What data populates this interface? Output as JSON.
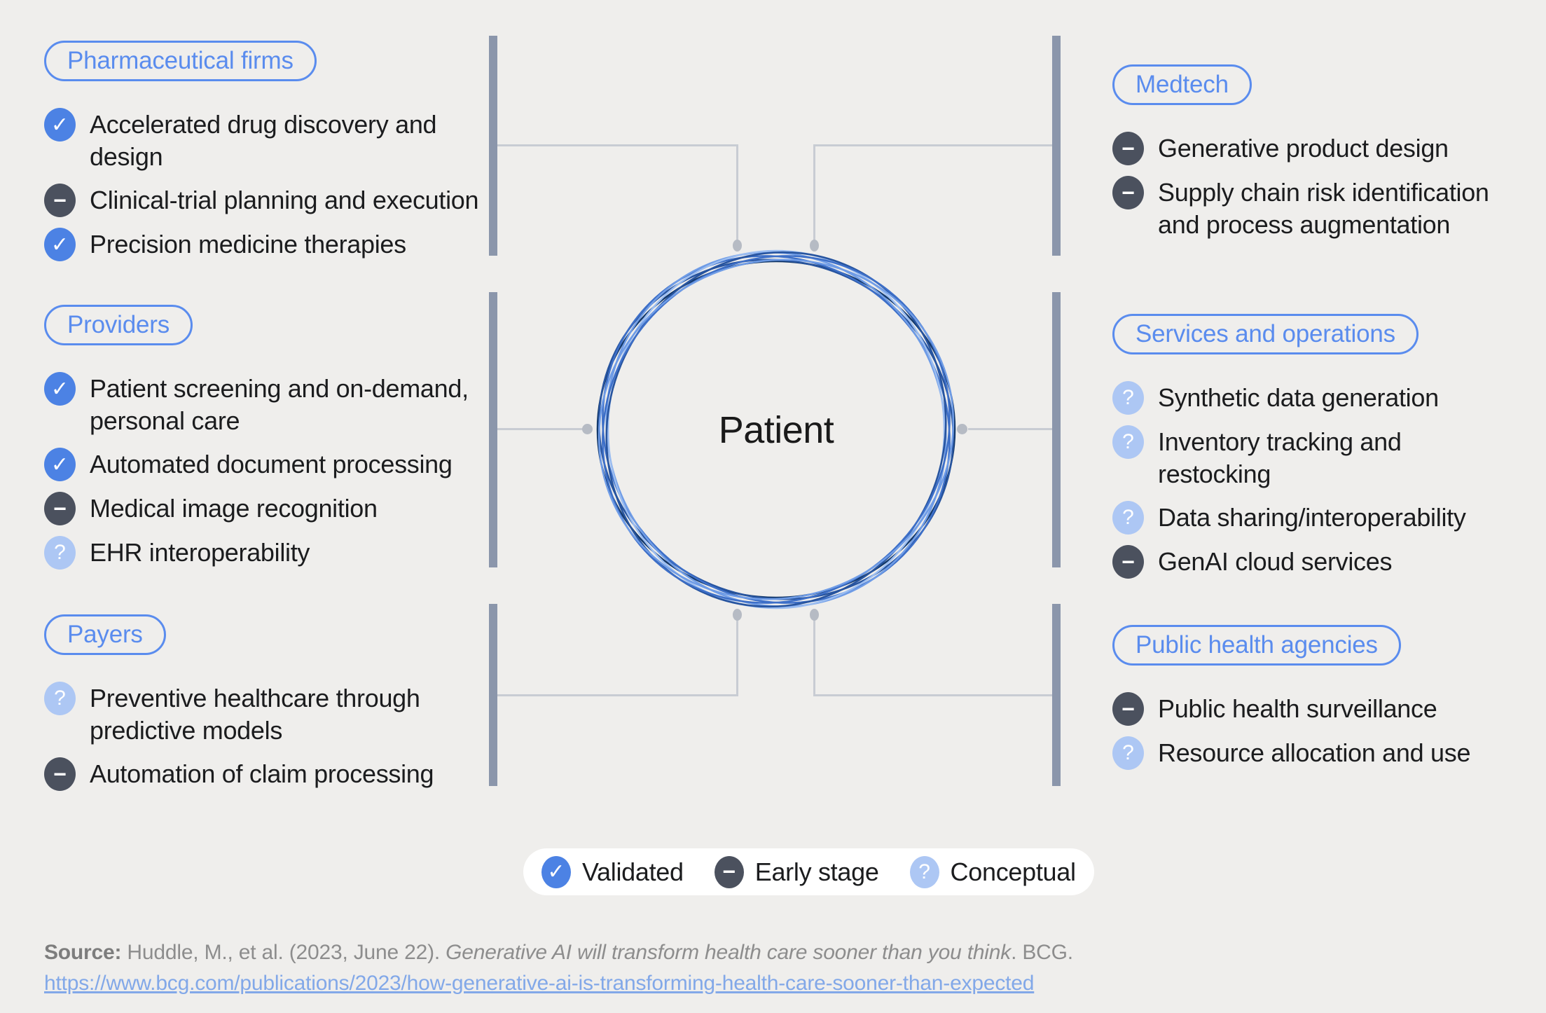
{
  "center": {
    "label": "Patient"
  },
  "icons": {
    "validated": "✓",
    "early": "−",
    "conceptual": "?"
  },
  "colors": {
    "validated": "#4c82e4",
    "early": "#4b515e",
    "conceptual": "#adc7f4",
    "pill": "#5a8cee",
    "bar": "#8b96ab",
    "line": "#c8ccd3",
    "dot": "#b6bbc4",
    "bg": "#efeeec",
    "legend_bg": "#ffffff",
    "ring": [
      "#14396b",
      "#27549f",
      "#3d6fc8",
      "#6f9ce6",
      "#9bbdf1",
      "#27549f",
      "#3d6fc8",
      "#6f9ce6"
    ]
  },
  "sections": [
    {
      "id": "pharmaceutical-firms",
      "title": "Pharmaceutical firms",
      "items": [
        {
          "status": "validated",
          "text": "Accelerated drug discovery and design"
        },
        {
          "status": "early",
          "text": "Clinical-trial planning and execution"
        },
        {
          "status": "validated",
          "text": "Precision medicine therapies"
        }
      ]
    },
    {
      "id": "providers",
      "title": "Providers",
      "items": [
        {
          "status": "validated",
          "text": "Patient screening and on-demand, personal care"
        },
        {
          "status": "validated",
          "text": "Automated document processing"
        },
        {
          "status": "early",
          "text": "Medical image recognition"
        },
        {
          "status": "conceptual",
          "text": "EHR interoperability"
        }
      ]
    },
    {
      "id": "payers",
      "title": "Payers",
      "items": [
        {
          "status": "conceptual",
          "text": "Preventive healthcare through predictive models"
        },
        {
          "status": "early",
          "text": "Automation of claim processing"
        }
      ]
    },
    {
      "id": "medtech",
      "title": "Medtech",
      "items": [
        {
          "status": "early",
          "text": "Generative product design"
        },
        {
          "status": "early",
          "text": "Supply chain risk identification and process augmentation"
        }
      ]
    },
    {
      "id": "services-and-operations",
      "title": "Services and operations",
      "items": [
        {
          "status": "conceptual",
          "text": "Synthetic data generation"
        },
        {
          "status": "conceptual",
          "text": "Inventory tracking and restocking"
        },
        {
          "status": "conceptual",
          "text": "Data sharing/interoperability"
        },
        {
          "status": "early",
          "text": "GenAI cloud services"
        }
      ]
    },
    {
      "id": "public-health-agencies",
      "title": "Public health agencies",
      "items": [
        {
          "status": "early",
          "text": "Public health surveillance"
        },
        {
          "status": "conceptual",
          "text": "Resource allocation and use"
        }
      ]
    }
  ],
  "legend": [
    {
      "status": "validated",
      "label": "Validated"
    },
    {
      "status": "early",
      "label": "Early stage"
    },
    {
      "status": "conceptual",
      "label": "Conceptual"
    }
  ],
  "source": {
    "prefix": "Source:",
    "citation": " Huddle, M., et al. (2023, June 22). ",
    "italic_title": "Generative AI will transform health care sooner than you think",
    "suffix": ". BCG.",
    "link": "https://www.bcg.com/publications/2023/how-generative-ai-is-transforming-health-care-sooner-than-expected"
  }
}
